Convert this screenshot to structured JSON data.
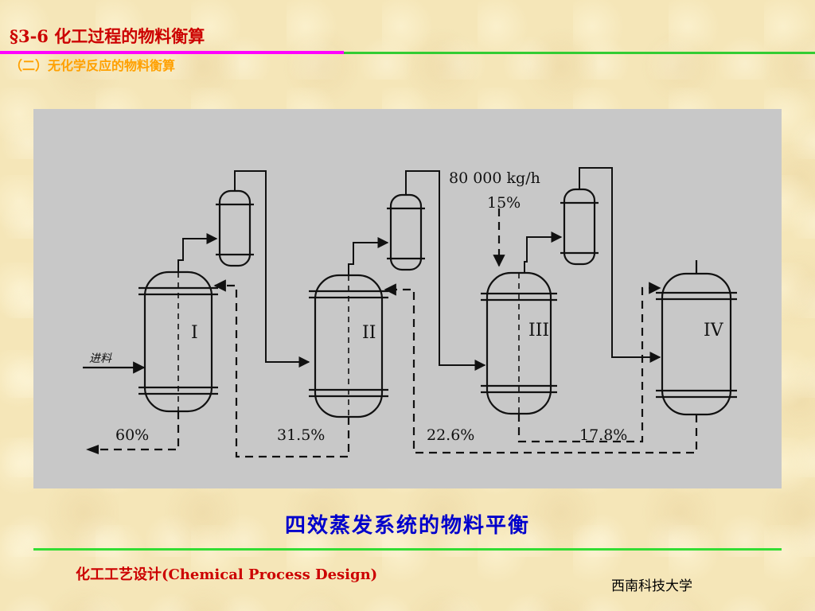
{
  "header": {
    "title": "§3-6 化工过程的物料衡算",
    "subtitle": "（二）无化学反应的物料衡算"
  },
  "diagram": {
    "feed_label": "进料",
    "feed_rate": "80 000 kg/h",
    "feed_concentration": "15%",
    "evaporators": [
      "I",
      "II",
      "III",
      "IV"
    ],
    "product_concentrations": [
      "60%",
      "31.5%",
      "22.6%",
      "17.8%"
    ]
  },
  "caption": "四效蒸发系统的物料平衡",
  "footer": {
    "course": "化工工艺设计(Chemical Process Design)",
    "university": "西南科技大学"
  }
}
